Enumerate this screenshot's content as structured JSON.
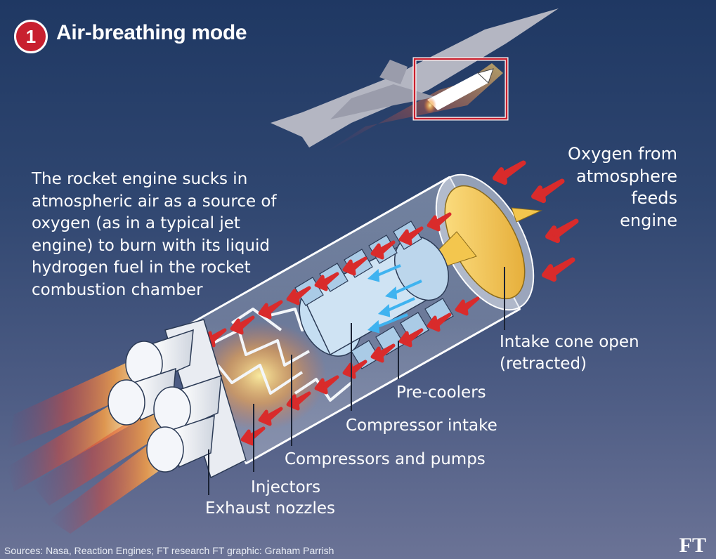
{
  "badge": {
    "number": "1"
  },
  "title": "Air-breathing mode",
  "description": "The rocket engine sucks in atmospheric air as a source of oxygen (as in a typical jet engine) to burn with its liquid hydrogen fuel in the rocket combustion chamber",
  "oxygen_label": "Oxygen from\natmosphere\nfeeds\nengine",
  "labels": {
    "intake_cone": "Intake cone open\n(retracted)",
    "pre_coolers": "Pre-coolers",
    "compressor_intake": "Compressor intake",
    "compressors_pumps": "Compressors and pumps",
    "injectors": "Injectors",
    "exhaust_nozzles": "Exhaust nozzles"
  },
  "sources": "Sources: Nasa, Reaction Engines; FT research FT graphic:  Graham Parrish",
  "brand": "FT",
  "colors": {
    "badge_red": "#c8202f",
    "arrow_red": "#d92b2b",
    "air_blue": "#3fb3f0",
    "cone_yellow": "#f2c44c",
    "precooler_blue": "#b9d8ee"
  }
}
